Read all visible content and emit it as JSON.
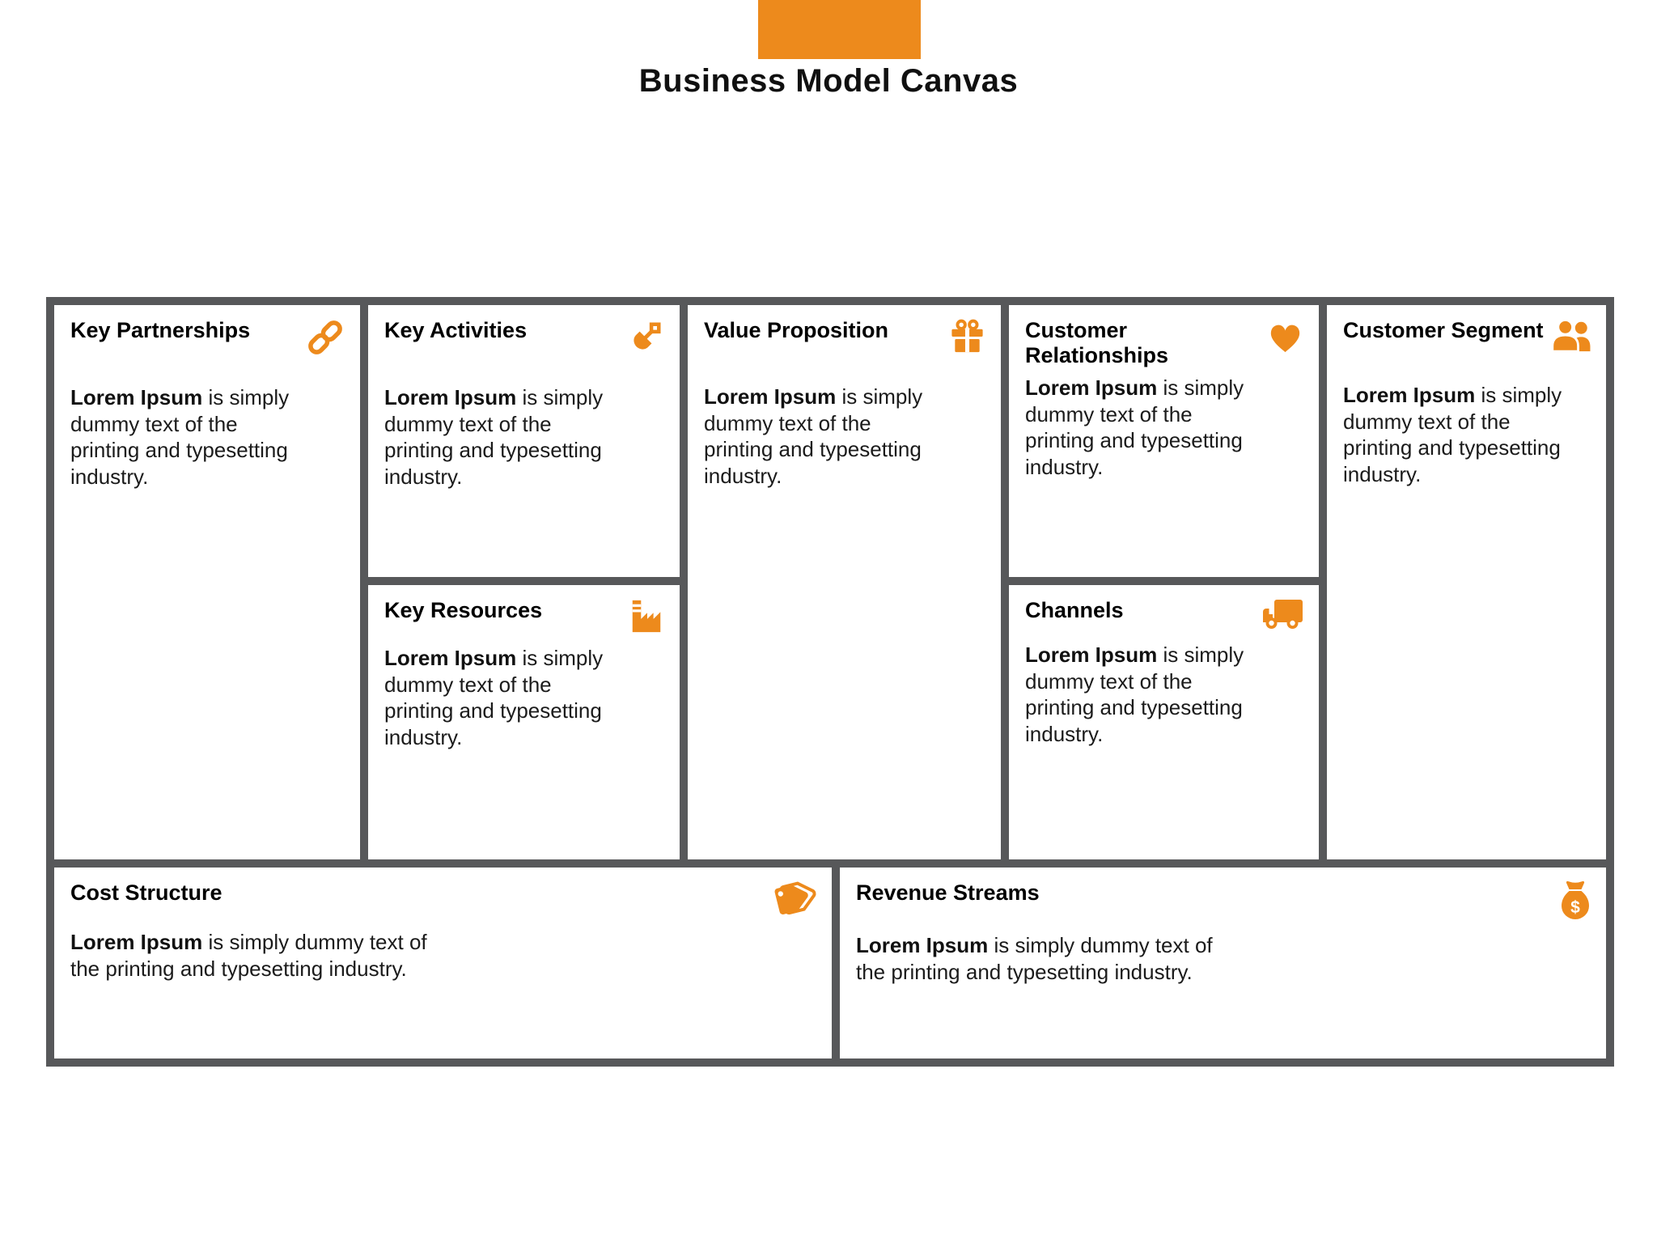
{
  "page": {
    "title": "Business Model Canvas"
  },
  "colors": {
    "accent_orange": "#ED8A1C",
    "grid_border_gray": "#57585A",
    "text_black": "#1b1b1b"
  },
  "boxes": {
    "key_partnerships": {
      "title": "Key Partnerships",
      "icon": "link-icon",
      "body_bold": "Lorem Ipsum",
      "body_rest": " is simply\ndummy text of the\nprinting and typesetting\nindustry."
    },
    "key_activities": {
      "title": "Key Activities",
      "icon": "shovel-icon",
      "body_bold": "Lorem Ipsum",
      "body_rest": " is simply\ndummy text of the\nprinting and typesetting\nindustry."
    },
    "key_resources": {
      "title": "Key Resources",
      "icon": "factory-icon",
      "body_bold": "Lorem Ipsum",
      "body_rest": " is simply\ndummy text of the\nprinting and typesetting\nindustry."
    },
    "value_proposition": {
      "title": "Value Proposition",
      "icon": "gift-icon",
      "body_bold": "Lorem Ipsum",
      "body_rest": " is simply\ndummy text of the\nprinting and typesetting\nindustry."
    },
    "customer_relationships": {
      "title": "Customer\nRelationships",
      "icon": "heart-icon",
      "body_bold": "Lorem Ipsum",
      "body_rest": " is simply\ndummy text of the\nprinting and typesetting\nindustry."
    },
    "channels": {
      "title": "Channels",
      "icon": "truck-icon",
      "body_bold": "Lorem Ipsum",
      "body_rest": " is simply\ndummy text of the\nprinting and typesetting\nindustry."
    },
    "customer_segment": {
      "title": "Customer Segment",
      "icon": "people-icon",
      "body_bold": "Lorem Ipsum",
      "body_rest": " is simply\ndummy text of the\nprinting and typesetting\nindustry."
    },
    "cost_structure": {
      "title": "Cost Structure",
      "icon": "tag-icon",
      "body_bold": "Lorem Ipsum",
      "body_rest": " is simply dummy text of\nthe printing and typesetting industry."
    },
    "revenue_streams": {
      "title": "Revenue Streams",
      "icon": "money-bag-icon",
      "body_bold": "Lorem Ipsum",
      "body_rest": " is simply dummy text of\nthe printing and typesetting industry."
    }
  }
}
